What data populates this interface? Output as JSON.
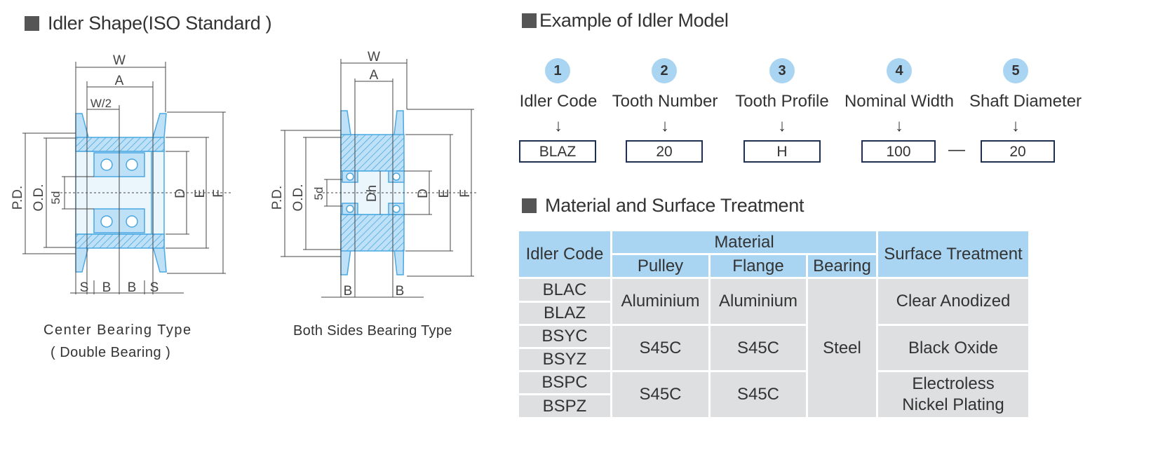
{
  "shape_section": {
    "title": "Idler Shape(ISO Standard )",
    "center_diagram": {
      "labels": {
        "w": "W",
        "a": "A",
        "w2": "W/2",
        "pd": "P.D.",
        "od": "O.D.",
        "d_circled": "5d",
        "d": "D",
        "e": "E",
        "f": "F",
        "s1": "S",
        "b1": "B",
        "b2": "B",
        "s2": "S"
      },
      "caption_line1": "Center Bearing Type",
      "caption_line2": "( Double Bearing )"
    },
    "both_diagram": {
      "labels": {
        "w": "W",
        "a": "A",
        "pd": "P.D.",
        "od": "O.D.",
        "d_circled": "5d",
        "dh": "Dh",
        "d": "D",
        "e": "E",
        "f": "F",
        "b1": "B",
        "b2": "B"
      },
      "caption": "Both Sides Bearing Type"
    }
  },
  "model_section": {
    "title": "Example of Idler Model",
    "items": [
      {
        "num": "1",
        "label": "Idler Code",
        "value": "BLAZ"
      },
      {
        "num": "2",
        "label": "Tooth Number",
        "value": "20"
      },
      {
        "num": "3",
        "label": "Tooth Profile",
        "value": "H"
      },
      {
        "num": "4",
        "label": "Nominal Width",
        "value": "100"
      },
      {
        "num": "5",
        "label": "Shaft Diameter",
        "value": "20"
      }
    ],
    "arrow": "↓",
    "separator": "—"
  },
  "material_section": {
    "title": "Material and Surface Treatment",
    "headers": {
      "idler_code": "Idler Code",
      "material": "Material",
      "pulley": "Pulley",
      "flange": "Flange",
      "bearing": "Bearing",
      "surface": "Surface Treatment"
    },
    "codes": [
      "BLAC",
      "BLAZ",
      "BSYC",
      "BSYZ",
      "BSPC",
      "BSPZ"
    ],
    "groups": [
      {
        "pulley": "Aluminium",
        "flange": "Aluminium",
        "surface": "Clear Anodized"
      },
      {
        "pulley": "S45C",
        "flange": "S45C",
        "surface": "Black Oxide"
      },
      {
        "pulley": "S45C",
        "flange": "S45C",
        "surface": "Electroless Nickel Plating"
      }
    ],
    "bearing_all": "Steel"
  },
  "colors": {
    "part_fill": "#bfe1f7",
    "part_stroke": "#4aa8e2",
    "header_fill": "#a9d5f3",
    "cell_fill": "#dedfe0"
  }
}
